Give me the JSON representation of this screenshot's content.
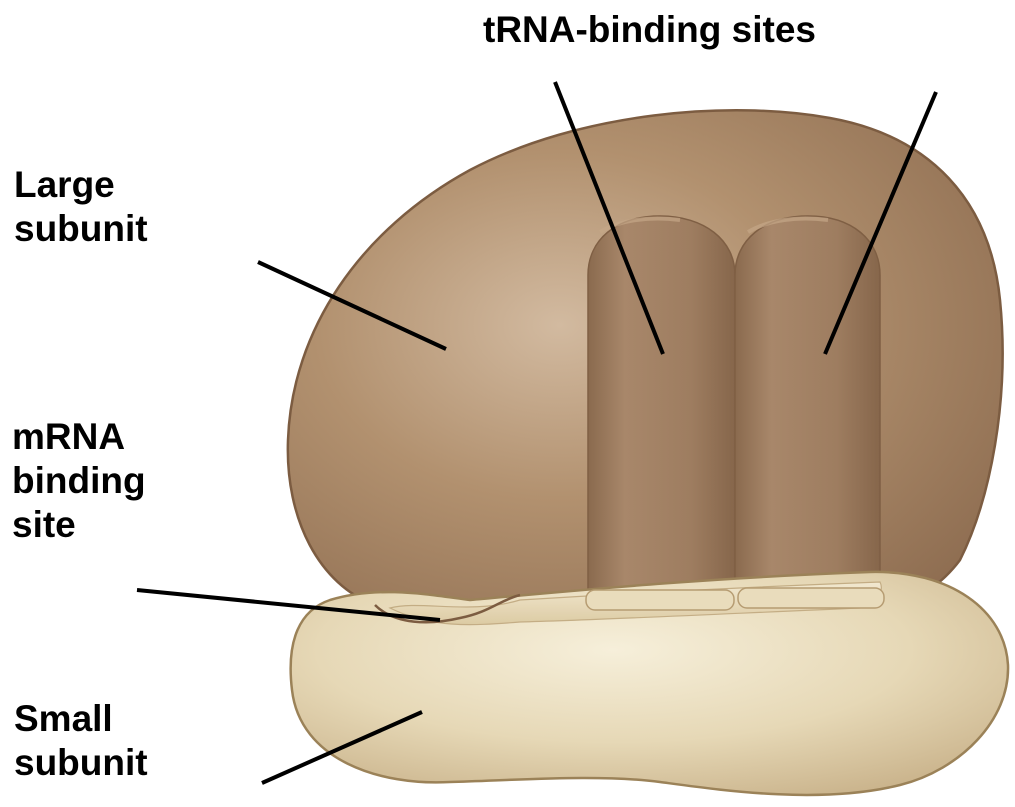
{
  "labels": {
    "trna_binding_sites": "tRNA-binding sites",
    "large_subunit": [
      "Large",
      "subunit"
    ],
    "mrna_binding_site": [
      "mRNA",
      "binding",
      "site"
    ],
    "small_subunit": [
      "Small",
      "subunit"
    ]
  },
  "colors": {
    "large_subunit": "#a8876b",
    "large_subunit_highlight": "#cdb49b",
    "trna_channel": "#9c7b5f",
    "small_subunit": "#e8dcbc",
    "small_subunit_shadow": "#c9b58d",
    "leader_line": "#000000"
  }
}
